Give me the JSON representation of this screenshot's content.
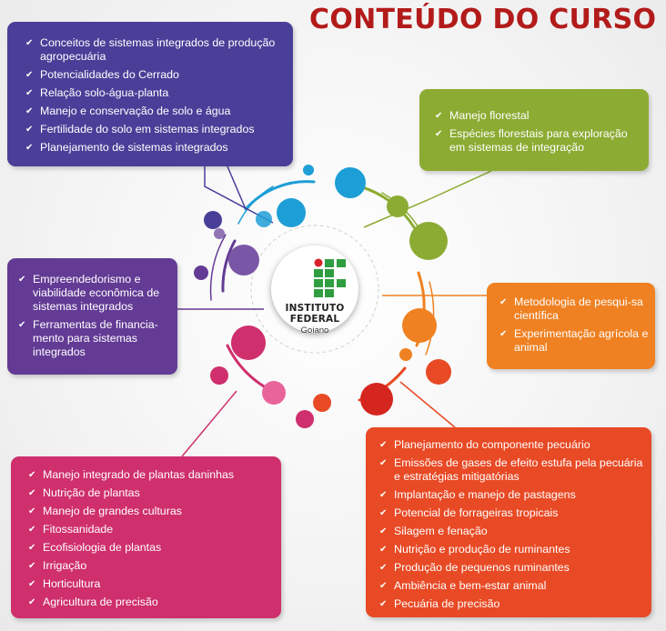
{
  "title": "CONTEÚDO DO CURSO",
  "check_icon": "✔",
  "logo": {
    "line1": "INSTITUTO",
    "line2": "FEDERAL",
    "line3": "Goiano",
    "colors": {
      "green": "#2f9e41",
      "red": "#d8222a"
    }
  },
  "colors": {
    "title": "#b31b1b",
    "blue": "#4a3f98",
    "green": "#8cab33",
    "purple": "#633b95",
    "orange": "#ef8122",
    "red": "#e84a25",
    "pink": "#cf2f6c",
    "cyan": "#1e9ed6",
    "lightpink": "#e8649a"
  },
  "sections": {
    "blue": {
      "items": [
        "Conceitos de sistemas integrados de produção agropecuária",
        "Potencialidades do Cerrado",
        "Relação solo-água-planta",
        "Manejo e conservação de solo e água",
        "Fertilidade do solo em sistemas integrados",
        "Planejamento de sistemas integrados"
      ]
    },
    "green": {
      "items": [
        "Manejo florestal",
        "Espécies florestais para exploração em sistemas de integração"
      ]
    },
    "purple": {
      "items": [
        "Empreendedorismo e viabilidade econômica de sistemas integrados",
        "Ferramentas de financia-mento para sistemas integrados"
      ]
    },
    "orange": {
      "items": [
        "Metodologia de pesqui-sa científica",
        "Experimentação agrícola e animal"
      ]
    },
    "red": {
      "items": [
        "Planejamento do componente pecuário",
        "Emissões de gases de efeito estufa pela pecuária e estratégias mitigatórias",
        "Implantação e manejo de pastagens",
        "Potencial de forrageiras tropicais",
        "Silagem e fenação",
        "Nutrição e produção de ruminantes",
        "Produção de pequenos ruminantes",
        "Ambiência e bem-estar animal",
        "Pecuária de precisão"
      ]
    },
    "pink": {
      "items": [
        "Manejo integrado de plantas daninhas",
        "Nutrição de plantas",
        "Manejo de grandes culturas",
        "Fitossanidade",
        "Ecofisiologia de plantas",
        "Irrigação",
        "Horticultura",
        "Agricultura de precisão"
      ]
    }
  }
}
